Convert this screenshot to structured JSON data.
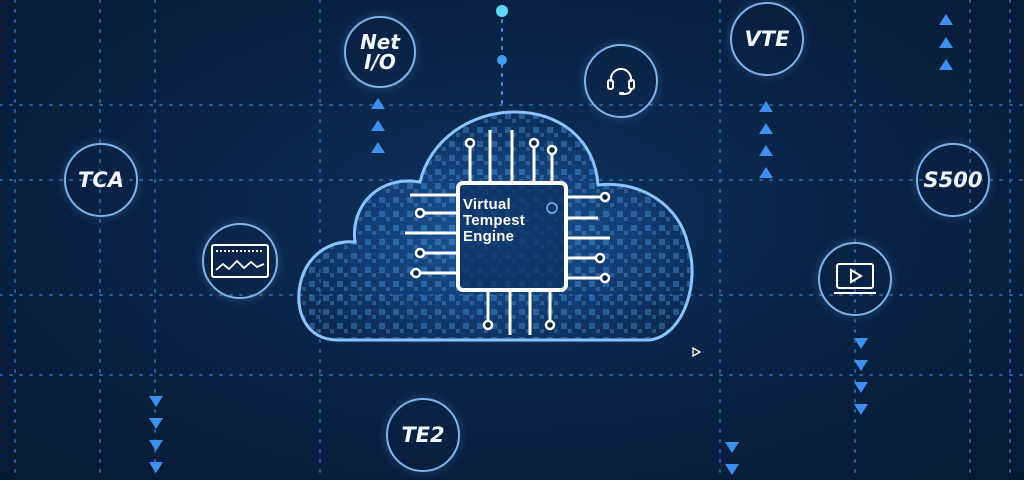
{
  "diagram": {
    "center": {
      "line1": "Virtual",
      "line2": "Tempest",
      "line3": "Engine"
    },
    "nodes": {
      "net_io_line1": "Net",
      "net_io_line2": "I/O",
      "vte": "VTE",
      "tca": "TCA",
      "s500": "S500",
      "te2": "TE2",
      "headset_icon": "headset-icon",
      "waveform_icon": "waveform-monitor-icon",
      "video_icon": "video-play-icon"
    },
    "colors": {
      "background": "#0a2447",
      "ring": "#7fb3ea",
      "accent": "#3d8ff0",
      "highlight": "#7fe3ff"
    }
  }
}
